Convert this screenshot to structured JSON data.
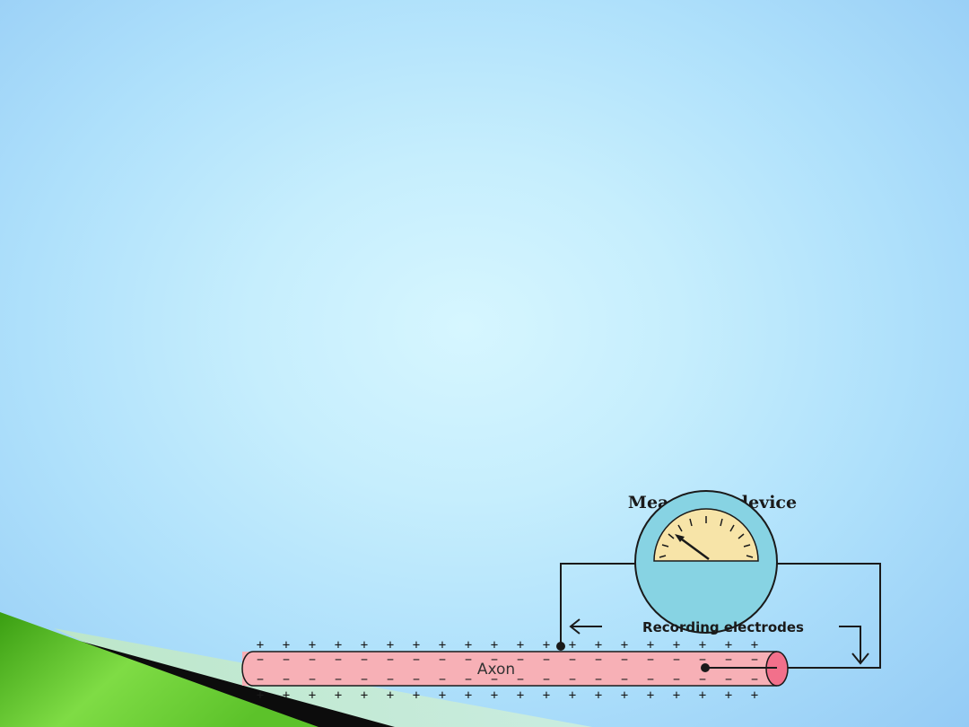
{
  "diagram": {
    "device_label": "Measuring device",
    "electrodes_label": "Recording electrodes",
    "axon_label": "Axon",
    "outer_charge_symbol": "+",
    "inner_charge_symbol": "−",
    "colors": {
      "axon_fill": "#f7b0b6",
      "axon_end": "#f2708b",
      "meter_body": "#87d3e3",
      "meter_face": "#f7e4a8",
      "wire": "#1a1a1a"
    }
  }
}
